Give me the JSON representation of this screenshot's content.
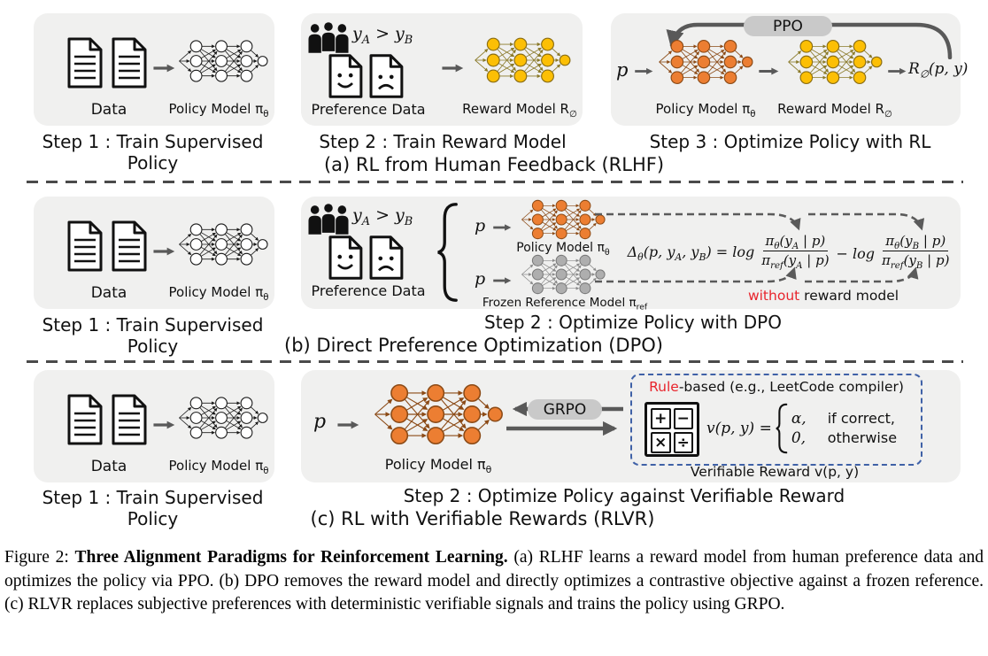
{
  "colors": {
    "panel_bg": "#f0f0ef",
    "arrow": "#595959",
    "pill_bg": "#c9c9c9",
    "red": "#e8252d",
    "blue_dashed_border": "#3f61a7",
    "dashed_arrow": "#5a5a5a",
    "nets": {
      "white": {
        "fill": "#ffffff",
        "stroke": "#1a1a1a",
        "edge": "#1a1a1a"
      },
      "yellow": {
        "fill": "#fcbf05",
        "stroke": "#8a6d13",
        "edge": "#8a7a2a"
      },
      "orange": {
        "fill": "#ec7e32",
        "stroke": "#8b4a16",
        "edge": "#8b4a16"
      },
      "gray": {
        "fill": "#aeaeae",
        "stroke": "#787878",
        "edge": "#8a8a8a"
      }
    }
  },
  "row_a": {
    "panel1": {
      "data_label": "Data",
      "model_label": "Policy Model π_{θ}"
    },
    "step1": "Step 1 : Train Supervised Policy",
    "panel2": {
      "pref_compare": "y_{A} > y_{B}",
      "data_label": "Preference Data",
      "model_label": "Reward Model R_{∅}"
    },
    "step2": "Step 2 : Train Reward Model",
    "panel3": {
      "pill": "PPO",
      "input": "p",
      "policy_label": "Policy Model π_{θ}",
      "reward_label": "Reward Model R_{∅}",
      "output": "R_{∅}(p, y)"
    },
    "step3": "Step 3 : Optimize Policy with RL",
    "caption": "(a) RL from Human Feedback (RLHF)"
  },
  "row_b": {
    "panel1": {
      "data_label": "Data",
      "model_label": "Policy Model π_{θ}"
    },
    "step1": "Step 1 : Train Supervised Policy",
    "panel2": {
      "pref_compare": "y_{A} > y_{B}",
      "data_label": "Preference Data",
      "input_top": "p",
      "input_bottom": "p",
      "policy_label": "Policy Model π_{θ}",
      "ref_label": "Frozen Reference Model π_{ref}",
      "equation": {
        "lhs": "Δ_{θ}(p, y_{A}, y_{B}) = log",
        "frac1_num": "π_{θ}(y_{A} | p)",
        "frac1_den": "π_{ref}(y_{A} | p)",
        "mid": "− log",
        "frac2_num": "π_{θ}(y_{B} | p)",
        "frac2_den": "π_{ref}(y_{B} | p)"
      },
      "note_red": "without",
      "note_rest": " reward model"
    },
    "step2": "Step 2 : Optimize Policy with DPO",
    "caption": "(b) Direct Preference Optimization (DPO)"
  },
  "row_c": {
    "panel1": {
      "data_label": "Data",
      "model_label": "Policy Model π_{θ}"
    },
    "step1": "Step 1 : Train Supervised Policy",
    "panel2": {
      "input": "p",
      "policy_label": "Policy Model π_{θ}",
      "pill": "GRPO",
      "rule_red": "Rule",
      "rule_rest": "-based (e.g., LeetCode compiler)",
      "calc_symbols": [
        "+",
        "−",
        "×",
        "÷"
      ],
      "piecewise": {
        "lhs": "v(p, y) =",
        "case1_val": "α,",
        "case1_cond": "if correct,",
        "case2_val": "0,",
        "case2_cond": "otherwise"
      },
      "reward_caption": "Verifiable Reward v(p, y)"
    },
    "step2": "Step 2 : Optimize Policy against Verifiable Reward",
    "caption": "(c) RL with Verifiable Rewards (RLVR)"
  },
  "figure_caption": {
    "prefix": "Figure 2: ",
    "bold": "Three Alignment Paradigms for Reinforcement Learning.",
    "rest": " (a) RLHF learns a reward model from human preference data and optimizes the policy via PPO. (b) DPO removes the reward model and directly optimizes a contrastive objective against a frozen reference. (c) RLVR replaces subjective preferences with deterministic verifiable signals and trains the policy using GRPO."
  }
}
